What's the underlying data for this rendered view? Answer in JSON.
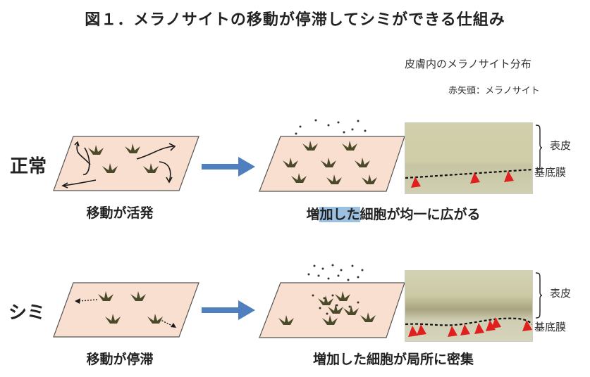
{
  "title": "図１．メラノサイトの移動が停滞してシミができる仕組み",
  "micro": {
    "caption1": "皮膚内のメラノサイト分布",
    "caption2": "赤矢頭：メラノサイト",
    "epidermis": "表皮",
    "basement": "基底膜"
  },
  "rows": [
    {
      "label": "正常",
      "left_caption": "移動が活発",
      "right_caption_a": "増",
      "right_caption_hl": "加した",
      "right_caption_b": "細胞が均一に広がる"
    },
    {
      "label": "シミ",
      "left_caption": "移動が停滞",
      "right_caption": "増加した細胞が局所に密集"
    }
  ],
  "colors": {
    "panel_fill": "#f9dfcf",
    "panel_stroke": "#555555",
    "cell": "#4a4a2a",
    "arrow": "#4f7fbf",
    "marker": "#e0201f",
    "micro_bg": "#cfcca6"
  },
  "icons": [
    "melanocyte-icon",
    "movement-arrow-icon",
    "flow-arrow-icon",
    "red-arrowhead-icon",
    "bracket-icon"
  ]
}
